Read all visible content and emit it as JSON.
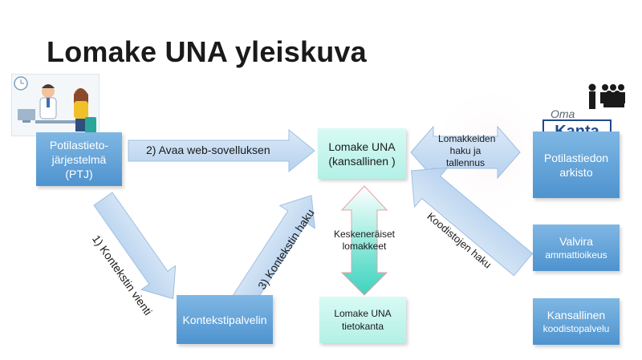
{
  "title": "Lomake UNA yleiskuva",
  "boxes": {
    "ptj": "Potilastieto-\njärjestelmä\n(PTJ)",
    "lomake_una": "Lomake UNA\n(kansallinen )",
    "potilastiedon_arkisto": "Potilastiedon\narkisto",
    "valvira_1": "Valvira",
    "valvira_2": "ammattioikeus",
    "kansallinen_1": "Kansallinen",
    "kansallinen_2": "koodistopalvelu",
    "kontekstipalvelin": "Kontekstipalvelin",
    "tietokanta": "Lomake UNA\ntietokanta"
  },
  "arrows": {
    "avaa": "2) Avaa web-sovelluksen",
    "vienti": "1) Kontekstin vienti",
    "haku": "3) Kontekstin haku",
    "lomakkeiden": "Lomakkeiden\nhaku ja\ntallennus",
    "keskeneraiset": "Keskeneräiset\nlomakkeet",
    "koodistojen": "Koodistojen haku"
  },
  "kanta_logo": {
    "oma": "Oma",
    "kanta": "Kanta"
  },
  "colors": {
    "box_blue": "#5a9fd6",
    "arrow_fill": "#c7dcf2",
    "tietokanta_bg": "#c7f5ec",
    "bidir_fill": "#7ee6d8"
  }
}
